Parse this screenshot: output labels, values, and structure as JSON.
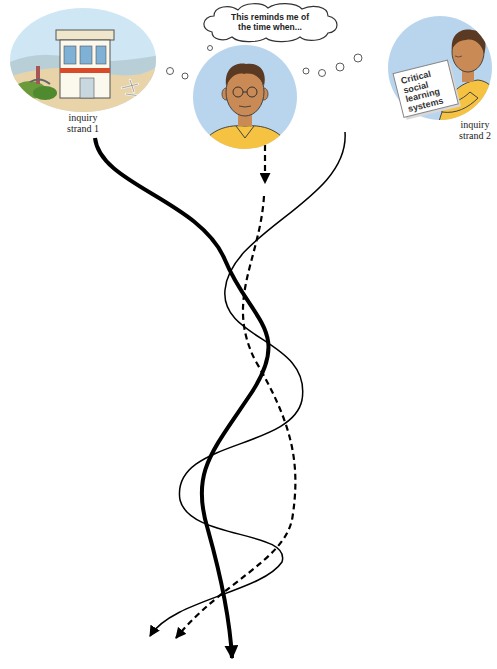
{
  "diagram": {
    "nodes": [
      {
        "text": [
          "inquiry strand 1"
        ]
      },
      {
        "text": [
          "This reminds me of the time when..."
        ]
      },
      {
        "text": [
          "inquiry strand 2"
        ]
      },
      {
        "text": [
          "Critical social learning systems"
        ],
        "in": 2
      }
    ]
  }
}
